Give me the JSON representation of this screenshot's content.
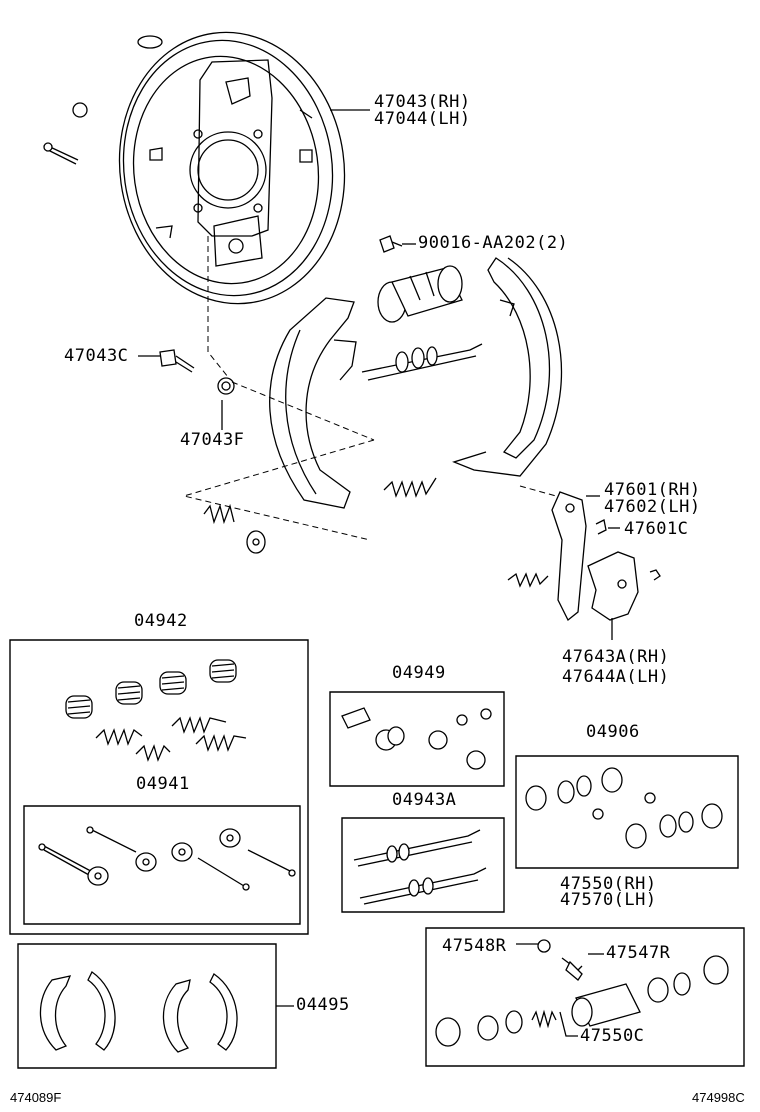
{
  "labels": {
    "backing_plate_rh": "47043(RH)",
    "backing_plate_lh": "47044(LH)",
    "bolt_wheel_cyl": "90016-AA202(2)",
    "bolt_47043c": "47043C",
    "nut_47043f": "47043F",
    "lever_rh": "47601(RH)",
    "lever_lh": "47602(LH)",
    "clip_47601c": "47601C",
    "strut_rh": "47643A(RH)",
    "strut_lh": "47644A(LH)",
    "kit_04942": "04942",
    "kit_04941": "04941",
    "kit_04949": "04949",
    "kit_04943a": "04943A",
    "kit_04906": "04906",
    "cyl_rh": "47550(RH)",
    "cyl_lh": "47570(LH)",
    "cap_47548r": "47548R",
    "bleeder_47547r": "47547R",
    "spring_47550c": "47550C",
    "shoe_kit_04495": "04495"
  },
  "footer": {
    "left_code": "474089F",
    "right_code": "474998C"
  }
}
